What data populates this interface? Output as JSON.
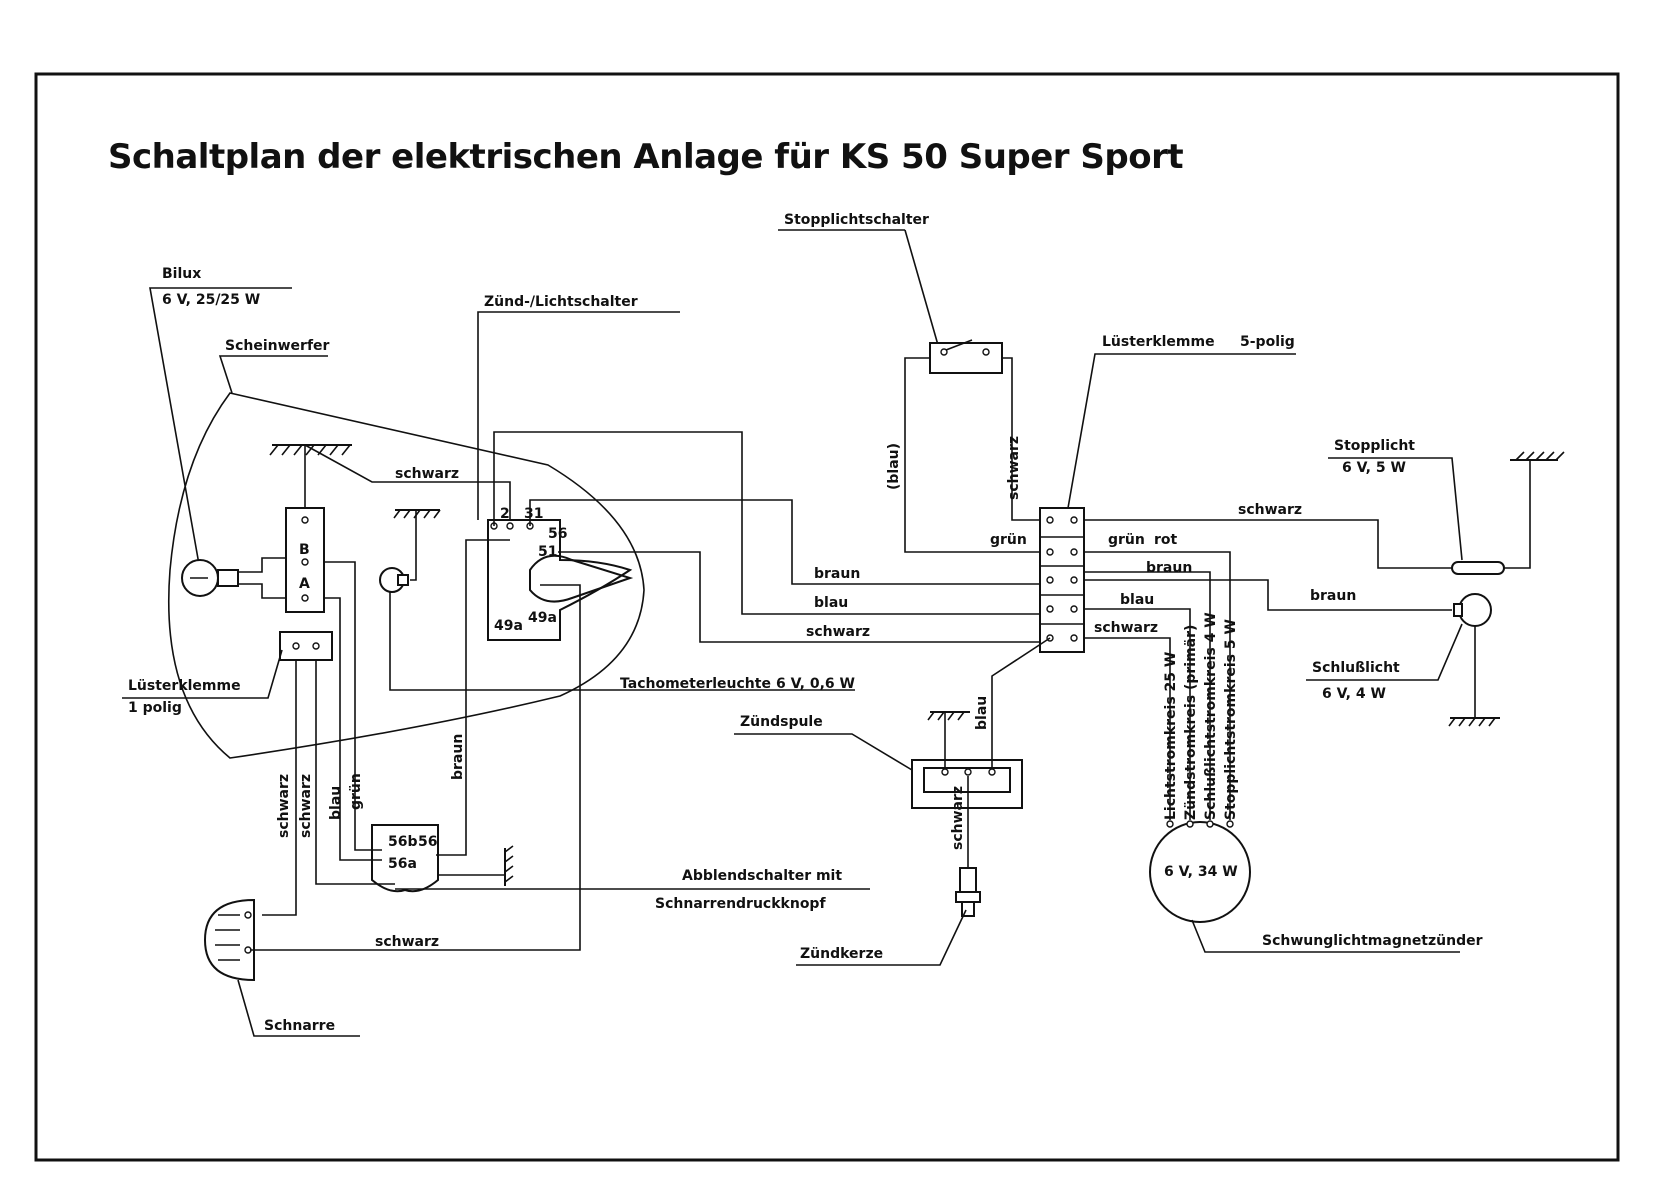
{
  "title": "Schaltplan der elektrischen Anlage für KS 50 Super Sport",
  "components": {
    "bilux_name": "Bilux",
    "bilux_spec": "6 V,  25/25 W",
    "scheinwerfer": "Scheinwerfer",
    "zuend_lichtschalter": "Zünd-/Lichtschalter",
    "stopplichtschalter": "Stopplichtschalter",
    "luesterklemme_5": "Lüsterklemme",
    "luesterklemme_5_pol": "5-polig",
    "stopplicht_name": "Stopplicht",
    "stopplicht_spec": "6 V,  5 W",
    "schlusslicht_name": "Schlußlicht",
    "schlusslicht_spec": "6 V,  4 W",
    "luesterklemme_1": "Lüsterklemme",
    "luesterklemme_1_pol": "1 polig",
    "tachometerleuchte": "Tachometerleuchte",
    "tachometerleuchte_spec": "6 V, 0,6 W",
    "zuendspule": "Zündspule",
    "abblendschalter_1": "Abblendschalter  mit",
    "abblendschalter_2": "Schnarrendruckknopf",
    "zuendkerze": "Zündkerze",
    "schnarre": "Schnarre",
    "schwunglicht": "Schwunglichtmagnetzünder",
    "magneto_spec": "6 V,  34 W"
  },
  "terminals": {
    "b": "B",
    "a": "A",
    "t2": "2",
    "t31": "31",
    "t56": "56",
    "t51": "51",
    "t49a_1": "49a",
    "t49a_2": "49a",
    "t56b": "56b",
    "t56a_top": "56",
    "t56a": "56a"
  },
  "wires": {
    "schwarz_head": "schwarz",
    "braun_main": "braun",
    "blau_main": "blau",
    "schwarz_main": "schwarz",
    "blau_stop": "(blau)",
    "schwarz_stop": "schwarz",
    "gruen_left": "grün",
    "gruen_right": "grün",
    "rot": "rot",
    "schwarz_right": "schwarz",
    "braun_right": "braun",
    "braun_tail": "braun",
    "blau_right": "blau",
    "schwarz_right2": "schwarz",
    "blau_coil": "blau",
    "schwarz_plug": "schwarz",
    "braun_vert": "braun",
    "schwarz_v1": "schwarz",
    "schwarz_v2": "schwarz",
    "blau_v": "blau",
    "gruen_v": "grün",
    "schwarz_bottom": "schwarz"
  },
  "circuits": [
    "Lichtstromkreis  25 W",
    "Zündstromkreis  (primär)",
    "Schlußlichtstromkreis  4 W",
    "Stopplichtstromkreis  5 W"
  ]
}
